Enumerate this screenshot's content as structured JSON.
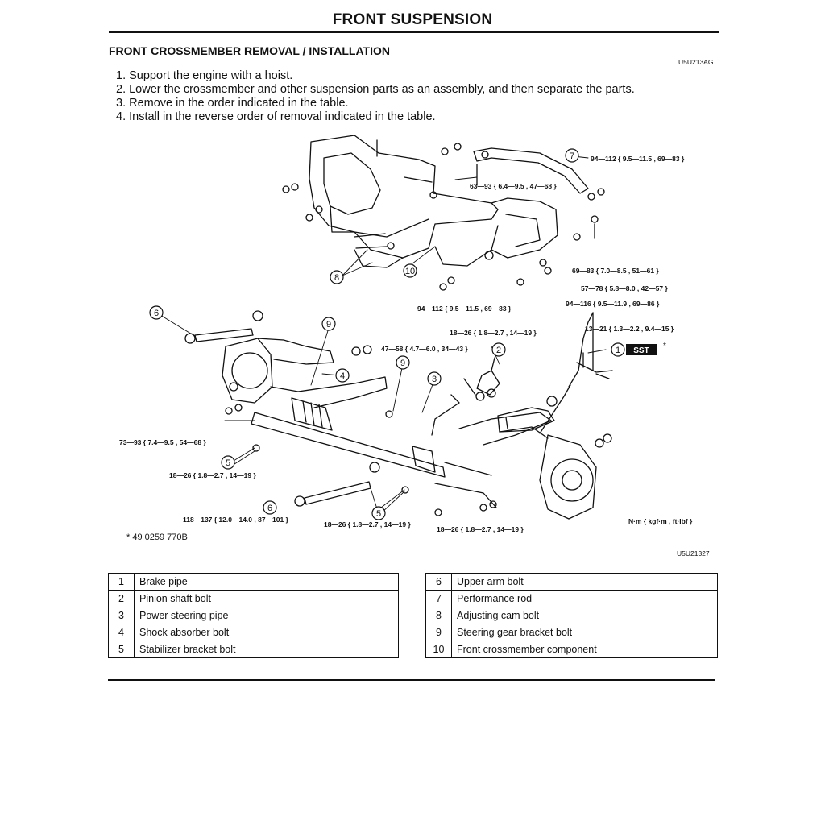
{
  "header": {
    "title": "FRONT SUSPENSION",
    "section_title": "FRONT CROSSMEMBER REMOVAL / INSTALLATION",
    "code_top": "U5U213AG"
  },
  "steps": [
    "1. Support the engine with a hoist.",
    "2. Lower the crossmember and other suspension parts as an assembly, and then separate the parts.",
    "3. Remove in the order indicated in the table.",
    "4. Install in the reverse order of removal indicated in the table."
  ],
  "diagram": {
    "sst_label": "SST",
    "sst_asterisk": "*",
    "torque_specs": [
      "94—112 { 9.5—11.5 , 69—83 }",
      "63—93 { 6.4—9.5 , 47—68 }",
      "69—83 { 7.0—8.5 , 51—61 }",
      "57—78 { 5.8—8.0 , 42—57 }",
      "94—116 { 9.5—11.9 , 69—86 }",
      "94—112 { 9.5—11.5 , 69—83 }",
      "47—58 { 4.7—6.0 , 34—43 }",
      "18—26 { 1.8—2.7 , 14—19 }",
      "13—21 { 1.3—2.2 , 9.4—15 }",
      "73—93 { 7.4—9.5 , 54—68 }",
      "18—26 { 1.8—2.7 , 14—19 }",
      "118—137 { 12.0—14.0 , 87—101 }",
      "18—26 { 1.8—2.7 , 14—19 }",
      "18—26 { 1.8—2.7 , 14—19 }"
    ],
    "callouts": [
      "7",
      "10",
      "8",
      "6",
      "9",
      "4",
      "2",
      "1",
      "9",
      "3",
      "5",
      "6",
      "5"
    ]
  },
  "footnote": "* 49 0259 770B",
  "units": "N·m { kgf·m , ft·lbf }",
  "code_bottom": "U5U21327",
  "parts_table": {
    "left": [
      {
        "num": "1",
        "name": "Brake pipe"
      },
      {
        "num": "2",
        "name": "Pinion shaft bolt"
      },
      {
        "num": "3",
        "name": "Power steering pipe"
      },
      {
        "num": "4",
        "name": "Shock absorber bolt"
      },
      {
        "num": "5",
        "name": "Stabilizer bracket bolt"
      }
    ],
    "right": [
      {
        "num": "6",
        "name": "Upper arm bolt"
      },
      {
        "num": "7",
        "name": "Performance rod"
      },
      {
        "num": "8",
        "name": "Adjusting cam bolt"
      },
      {
        "num": "9",
        "name": "Steering gear bracket bolt"
      },
      {
        "num": "10",
        "name": "Front crossmember component"
      }
    ]
  }
}
